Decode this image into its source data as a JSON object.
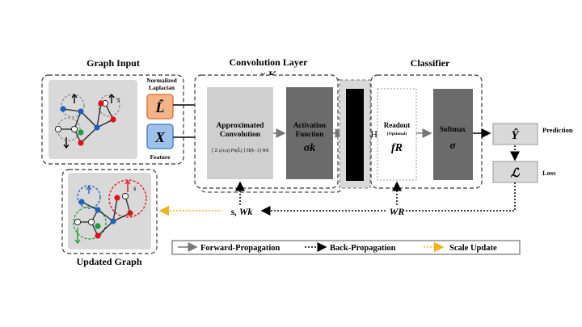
{
  "sections": {
    "graph_input": "Graph Input",
    "convolution_layer": "Convolution Layer",
    "times_k": "× K",
    "classifier": "Classifier",
    "updated_graph": "Updated Graph"
  },
  "inputs": {
    "laplacian_symbol": "L̂",
    "laplacian_label_line1": "Normalized",
    "laplacian_label_line2": "Laplacian",
    "feature_symbol": "X",
    "feature_label": "Feature"
  },
  "blocks": {
    "approx_conv_line1": "Approximated",
    "approx_conv_line2": "Convolution",
    "approx_conv_formula": "[ Σ c(s,n) Pn(L̂) ] H(k−1) Wk",
    "activation_line1": "Activation",
    "activation_line2": "Function",
    "activation_symbol": "σk",
    "hk": "HK",
    "readout": "Readout",
    "readout_optional": "(Optional)",
    "readout_symbol": "fR",
    "softmax": "Softmax",
    "softmax_symbol": "σ",
    "prediction_symbol": "Ŷ",
    "prediction_label": "Prediction",
    "loss_symbol": "ℒ",
    "loss_label": "Loss"
  },
  "params": {
    "s_wk": "s, Wk",
    "wr": "WR",
    "s_small": "s"
  },
  "legend": {
    "forward": "Forward-Propagation",
    "back": "Back-Propagation",
    "scale": "Scale Update"
  },
  "colors": {
    "blue_node": "#1f5fbf",
    "red_node": "#e0101a",
    "green_node": "#1a9e3a",
    "scale_update": "#f2b21b",
    "laplacian_box": "#f3b48a",
    "feature_box": "#9ec1ea",
    "dark_block": "#6b6b6b",
    "light_block": "#cfcfcf"
  }
}
